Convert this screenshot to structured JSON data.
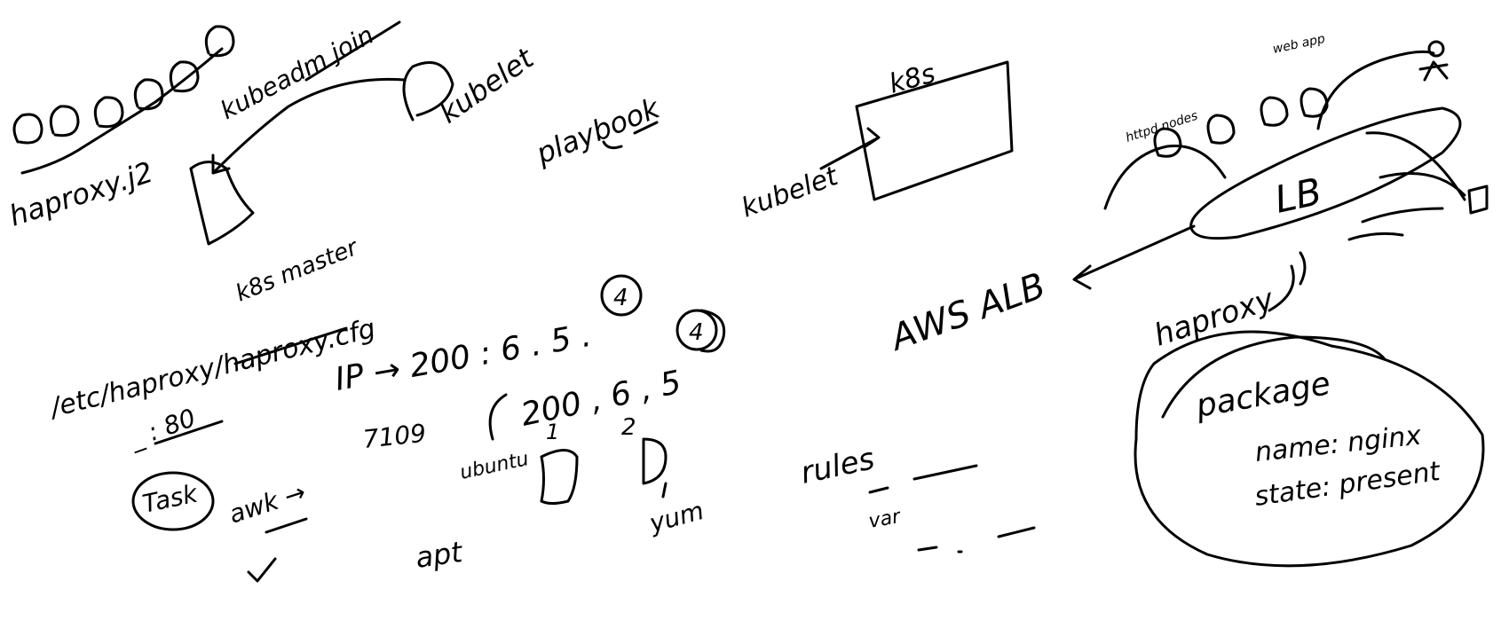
{
  "labels": {
    "haproxy_j2": "haproxy.j2",
    "kubeadm_join": "kubeadm join",
    "kubelet_top": "kubelet",
    "k8s_master": "k8s master",
    "playbook": "playbook",
    "etc_haproxy_cfg": "/etc/haproxy/haproxy.cfg",
    "ip_line_1": "IP → 200 : 6 . 5 .",
    "ip_line_1_circle": "4",
    "ip_line_2": "200 , 6 , 5",
    "ip_line_2_circle": "4",
    "port_80": "_ : 80",
    "task": "Task",
    "awk_arrow": "awk →",
    "server_list": "7109",
    "ubuntu": "ubuntu",
    "step_1": "1",
    "step_2": "2",
    "apt": "apt",
    "yum": "yum",
    "k8s_box": "k8s",
    "kubelet_left": "kubelet",
    "aws_alb": "AWS ALB",
    "rules": "rules",
    "var": "var",
    "node_labels": "httpd nodes",
    "node_labels_2": "web app",
    "lb": "LB",
    "haproxy_right": "haproxy",
    "package": "package",
    "name_line": "name: nginx",
    "state_line": "state: present"
  }
}
